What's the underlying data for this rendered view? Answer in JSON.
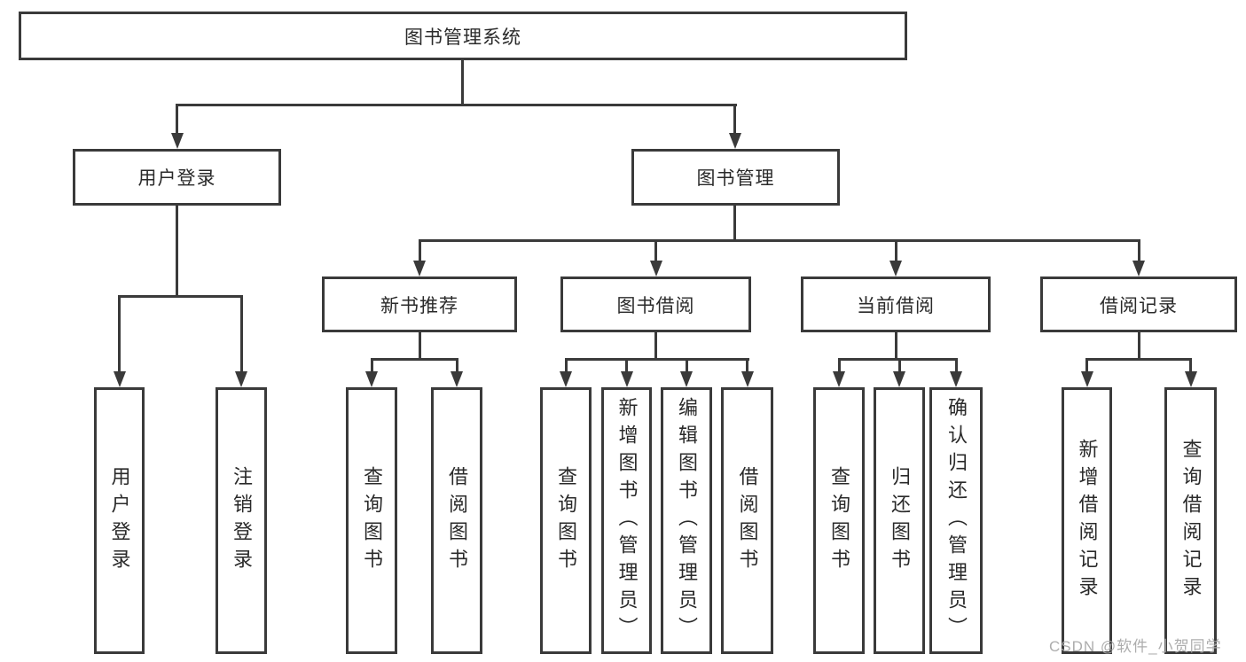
{
  "diagram": {
    "type": "hierarchy-tree",
    "title": "图书管理系统",
    "colors": {
      "line": "#3a3a3a",
      "text": "#2a2a2a",
      "background": "#ffffff",
      "watermark": "#a9a9a9"
    },
    "nodes": {
      "root": {
        "label": "图书管理系统"
      },
      "user_login": {
        "label": "用户登录"
      },
      "book_management": {
        "label": "图书管理"
      },
      "new_book_recommend": {
        "label": "新书推荐"
      },
      "book_borrow": {
        "label": "图书借阅"
      },
      "current_borrow": {
        "label": "当前借阅"
      },
      "borrow_records": {
        "label": "借阅记录"
      },
      "leaf_user_login": {
        "label": "用户登录"
      },
      "leaf_logout": {
        "label": "注销登录"
      },
      "leaf_query_book_1": {
        "label": "查询图书"
      },
      "leaf_borrow_book_1": {
        "label": "借阅图书"
      },
      "leaf_query_book_2": {
        "label": "查询图书"
      },
      "leaf_add_book": {
        "label": "新增图书（管理员）"
      },
      "leaf_edit_book": {
        "label": "编辑图书（管理员）"
      },
      "leaf_borrow_book_2": {
        "label": "借阅图书"
      },
      "leaf_query_book_3": {
        "label": "查询图书"
      },
      "leaf_return_book": {
        "label": "归还图书"
      },
      "leaf_confirm_return": {
        "label": "确认归还（管理员）"
      },
      "leaf_add_borrow_record": {
        "label": "新增借阅记录"
      },
      "leaf_query_borrow_record": {
        "label": "查询借阅记录"
      }
    },
    "edges": [
      [
        "root",
        "user_login"
      ],
      [
        "root",
        "book_management"
      ],
      [
        "user_login",
        "leaf_user_login"
      ],
      [
        "user_login",
        "leaf_logout"
      ],
      [
        "book_management",
        "new_book_recommend"
      ],
      [
        "book_management",
        "book_borrow"
      ],
      [
        "book_management",
        "current_borrow"
      ],
      [
        "book_management",
        "borrow_records"
      ],
      [
        "new_book_recommend",
        "leaf_query_book_1"
      ],
      [
        "new_book_recommend",
        "leaf_borrow_book_1"
      ],
      [
        "book_borrow",
        "leaf_query_book_2"
      ],
      [
        "book_borrow",
        "leaf_add_book"
      ],
      [
        "book_borrow",
        "leaf_edit_book"
      ],
      [
        "book_borrow",
        "leaf_borrow_book_2"
      ],
      [
        "current_borrow",
        "leaf_query_book_3"
      ],
      [
        "current_borrow",
        "leaf_return_book"
      ],
      [
        "current_borrow",
        "leaf_confirm_return"
      ],
      [
        "borrow_records",
        "leaf_add_borrow_record"
      ],
      [
        "borrow_records",
        "leaf_query_borrow_record"
      ]
    ],
    "watermark": "CSDN @软件_小贺同学"
  }
}
